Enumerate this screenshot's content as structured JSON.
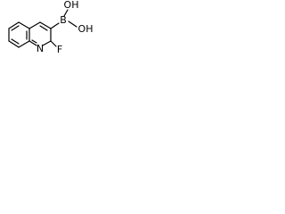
{
  "molecule": {
    "atoms": {
      "boron": "B",
      "hydroxyl_top": "OH",
      "hydroxyl_bottom": "OH",
      "nitrogen": "N",
      "fluorine": "F"
    }
  }
}
